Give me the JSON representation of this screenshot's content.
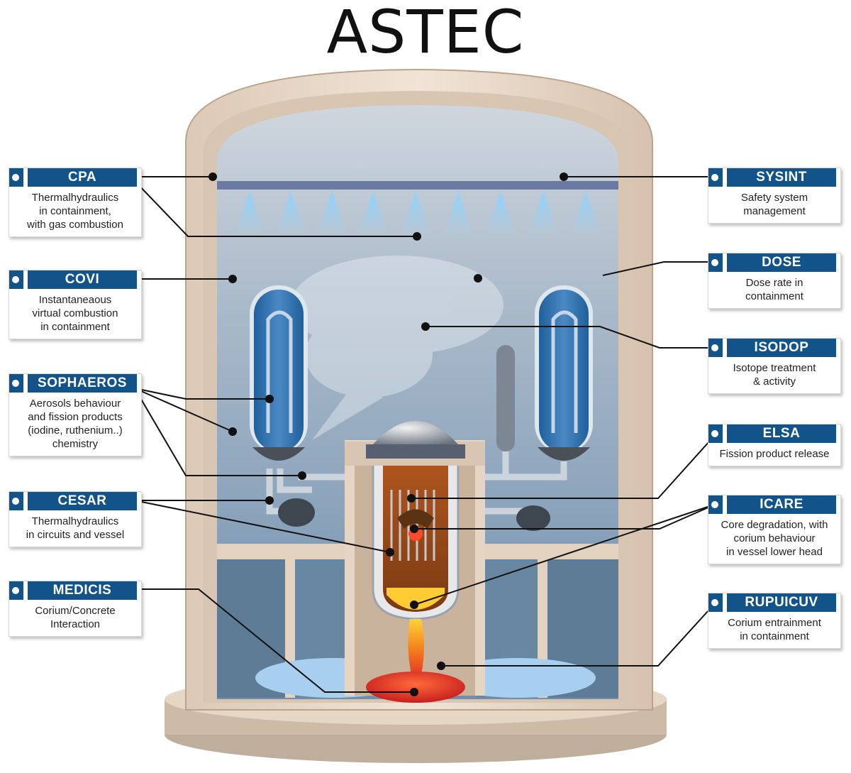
{
  "title": "ASTEC",
  "colors": {
    "label_header": "#12538a",
    "containment_wall": "#e8d8c8",
    "containment_gas": "#8aa6bf",
    "water": "#9fc3e6",
    "corium": "#e8452a",
    "molten": "#f5a623"
  },
  "modules": {
    "cpa": {
      "name": "CPA",
      "desc": [
        "Thermalhydraulics",
        "in containment,",
        "with gas combustion"
      ]
    },
    "covi": {
      "name": "COVI",
      "desc": [
        "Instantaneaous",
        "virtual combustion",
        "in containment"
      ]
    },
    "sophaeros": {
      "name": "SOPHAEROS",
      "desc": [
        "Aerosols behaviour",
        "and fission products",
        "(iodine, ruthenium..)",
        "chemistry"
      ]
    },
    "cesar": {
      "name": "CESAR",
      "desc": [
        "Thermalhydraulics",
        "in circuits and vessel"
      ]
    },
    "medicis": {
      "name": "MEDICIS",
      "desc": [
        "Corium/Concrete",
        "Interaction"
      ]
    },
    "sysint": {
      "name": "SYSINT",
      "desc": [
        "Safety system",
        "management"
      ]
    },
    "dose": {
      "name": "DOSE",
      "desc": [
        "Dose rate in",
        "containment"
      ]
    },
    "isodop": {
      "name": "ISODOP",
      "desc": [
        "Isotope treatment",
        "& activity"
      ]
    },
    "elsa": {
      "name": "ELSA",
      "desc": [
        "Fission product release"
      ]
    },
    "icare": {
      "name": "ICARE",
      "desc": [
        "Core degradation, with",
        "corium behaviour",
        "in vessel lower head"
      ]
    },
    "rupuicuv": {
      "name": "RUPUICUV",
      "desc": [
        "Corium entrainment",
        "in containment"
      ]
    }
  }
}
